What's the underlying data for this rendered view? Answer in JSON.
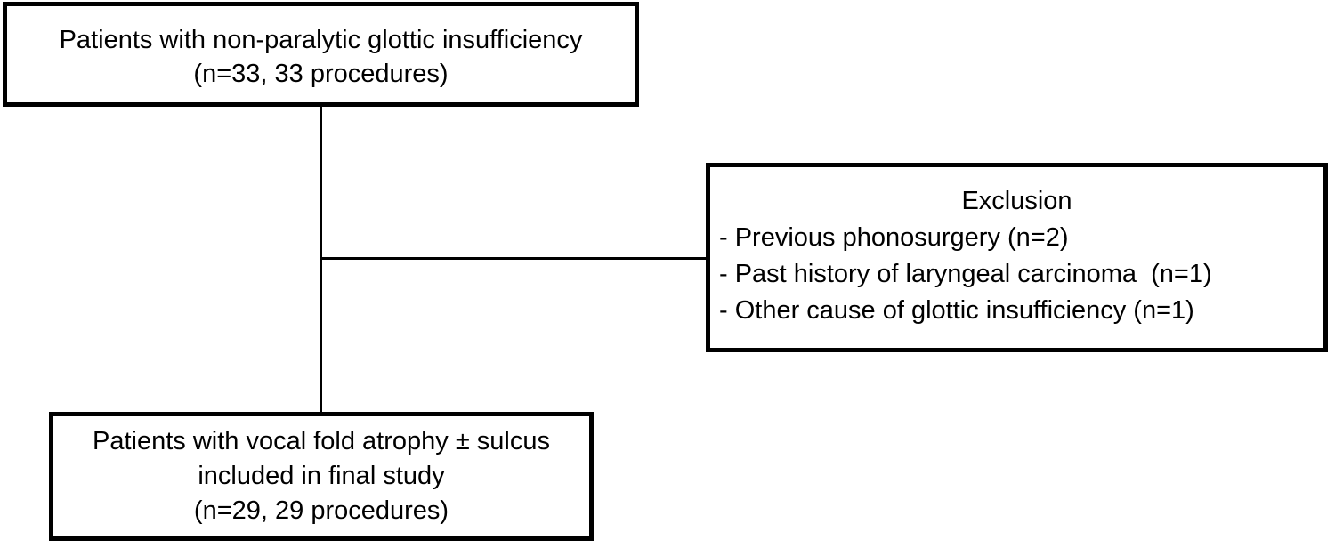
{
  "page": {
    "background_color": "#ffffff",
    "ink_color": "#000000"
  },
  "diagram": {
    "top_box": {
      "line1": "Patients with non-paralytic glottic insufficiency",
      "line2": "(n=33, 33 procedures)"
    },
    "exclusion_box": {
      "title": "Exclusion",
      "items": [
        "- Previous phonosurgery (n=2)",
        "- Past history of laryngeal carcinoma  (n=1)",
        "- Other cause of glottic insufficiency (n=1)"
      ]
    },
    "bottom_box": {
      "line1": "Patients with vocal fold atrophy ± sulcus",
      "line2": "included in final study",
      "line3": "(n=29, 29 procedures)"
    }
  }
}
